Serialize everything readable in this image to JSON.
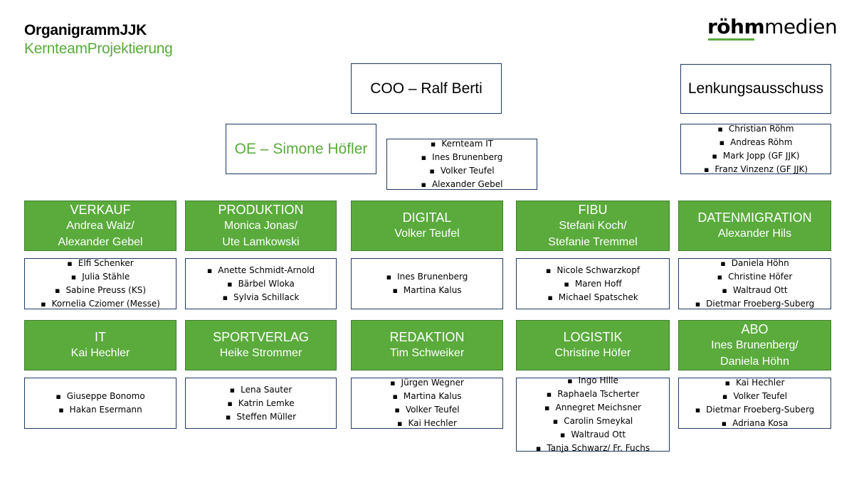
{
  "header": {
    "title": "OrganigrammJJK",
    "subtitle": "KernteamProjektierung"
  },
  "logo": {
    "part1": "röhm",
    "part2": "medien"
  },
  "coo": {
    "label": "COO – Ralf Berti"
  },
  "oe": {
    "label": "OE – Simone Höfler"
  },
  "kernteam": [
    "Kernteam IT",
    "Ines Brunenberg",
    "Volker Teufel",
    "Alexander Gebel"
  ],
  "lenkung": {
    "label": "Lenkungsausschuss",
    "members": [
      "Christian Röhm",
      "Andreas Röhm",
      "Mark Jopp (GF JJK)",
      "Franz Vinzenz (GF JJK)"
    ]
  },
  "departments": [
    {
      "name": "VERKAUF",
      "lead": [
        "Andrea Walz/",
        "Alexander Gebel"
      ],
      "members": [
        "Elfi Schenker",
        "Julia Stähle",
        "Sabine Preuss (KS)",
        "Kornelia Cziomer (Messe)"
      ]
    },
    {
      "name": "PRODUKTION",
      "lead": [
        "Monica Jonas/",
        "Ute Lamkowski"
      ],
      "members": [
        "Anette Schmidt-Arnold",
        "Bärbel Wloka",
        "Sylvia Schillack"
      ]
    },
    {
      "name": "DIGITAL",
      "lead": [
        "Volker Teufel"
      ],
      "members": [
        "Ines Brunenberg",
        "Martina Kalus"
      ]
    },
    {
      "name": "FIBU",
      "lead": [
        "Stefani Koch/",
        "Stefanie Tremmel"
      ],
      "members": [
        "Nicole Schwarzkopf",
        "Maren Hoff",
        "Michael Spatschek"
      ]
    },
    {
      "name": "DATENMIGRATION",
      "lead": [
        "Alexander Hils"
      ],
      "members": [
        "Daniela Höhn",
        "Christine Höfer",
        "Waltraud Ott",
        "Dietmar Froeberg-Suberg"
      ]
    },
    {
      "name": "IT",
      "lead": [
        "Kai Hechler"
      ],
      "members": [
        "Giuseppe Bonomo",
        "Hakan Esermann"
      ]
    },
    {
      "name": "SPORTVERLAG",
      "lead": [
        "Heike Strommer"
      ],
      "members": [
        "Lena Sauter",
        "Katrin Lemke",
        "Steffen Müller"
      ]
    },
    {
      "name": "REDAKTION",
      "lead": [
        "Tim Schweiker"
      ],
      "members": [
        "Jürgen Wegner",
        "Martina Kalus",
        "Volker Teufel",
        "Kai Hechler"
      ]
    },
    {
      "name": "LOGISTIK",
      "lead": [
        "Christine Höfer"
      ],
      "members": [
        "Ingo Hille",
        "Raphaela Tscherter",
        "Annegret Meichsner",
        "Carolin Smeykal",
        "Waltraud Ott",
        "Tanja Schwarz/ Fr. Fuchs"
      ]
    },
    {
      "name": "ABO",
      "lead": [
        "Ines Brunenberg/",
        "Daniela Höhn"
      ],
      "members": [
        "Kai Hechler",
        "Volker Teufel",
        "Dietmar Froeberg-Suberg",
        "Adriana Kosa"
      ]
    }
  ],
  "colors": {
    "accent": "#5aab3c",
    "border": "#1f3864"
  }
}
